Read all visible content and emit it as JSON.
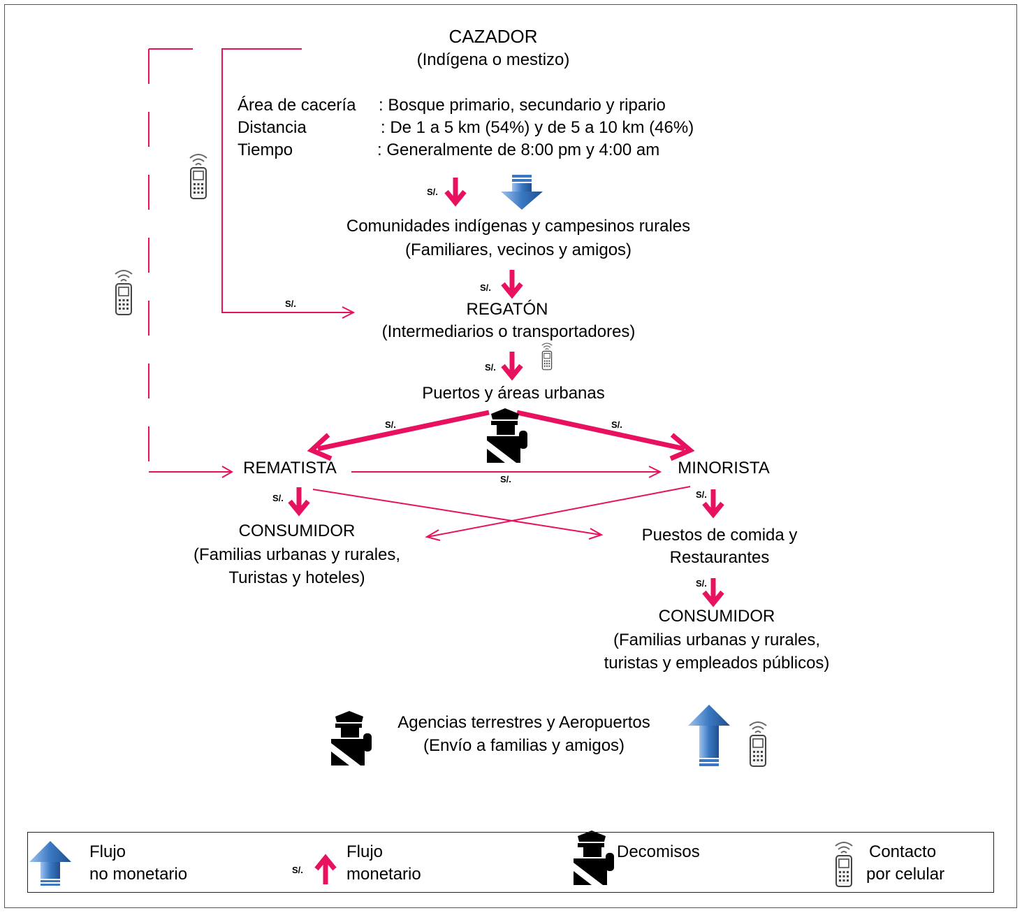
{
  "hunter": {
    "title": "CAZADOR",
    "subtitle": "(Indígena o mestizo)",
    "area_label": "Área de cacería",
    "area_value": ": Bosque primario, secundario y ripario",
    "distance_label": "Distancia",
    "distance_value": ": De 1 a 5 km (54%) y de 5 a 10 km (46%)",
    "time_label": "Tiempo",
    "time_value": ": Generalmente de 8:00 pm y 4:00 am"
  },
  "communities": {
    "title": "Comunidades indígenas y campesinos rurales",
    "subtitle": "(Familiares, vecinos y amigos)"
  },
  "regaton": {
    "title": "REGATÓN",
    "subtitle": "(Intermediarios o transportadores)"
  },
  "ports": {
    "title": "Puertos y áreas urbanas"
  },
  "rematista": {
    "title": "REMATISTA"
  },
  "minorista": {
    "title": "MINORISTA"
  },
  "consumer_left": {
    "title": "CONSUMIDOR",
    "line1": "(Familias urbanas y rurales,",
    "line2": "Turistas y hoteles)"
  },
  "food": {
    "line1": "Puestos de comida y",
    "line2": "Restaurantes"
  },
  "consumer_right": {
    "title": "CONSUMIDOR",
    "line1": "(Familias urbanas y rurales,",
    "line2": "turistas y empleados públicos)"
  },
  "agencies": {
    "line1": "Agencias terrestres y Aeropuertos",
    "line2": "(Envío a familias y amigos)"
  },
  "currency_symbol": "S/.",
  "legend": {
    "non_monetary_1": "Flujo",
    "non_monetary_2": "no monetario",
    "monetary_1": "Flujo",
    "monetary_2": "monetario",
    "seizures": "Decomisos",
    "cell_1": "Contacto",
    "cell_2": "por celular"
  },
  "icons": [
    "blue-arrow-icon",
    "pink-arrow-icon",
    "police-officer-icon",
    "cell-phone-icon"
  ],
  "colors": {
    "monetary_flow": "#e8115f",
    "non_monetary_flow": "#3a78c2",
    "frame": "#555555"
  }
}
